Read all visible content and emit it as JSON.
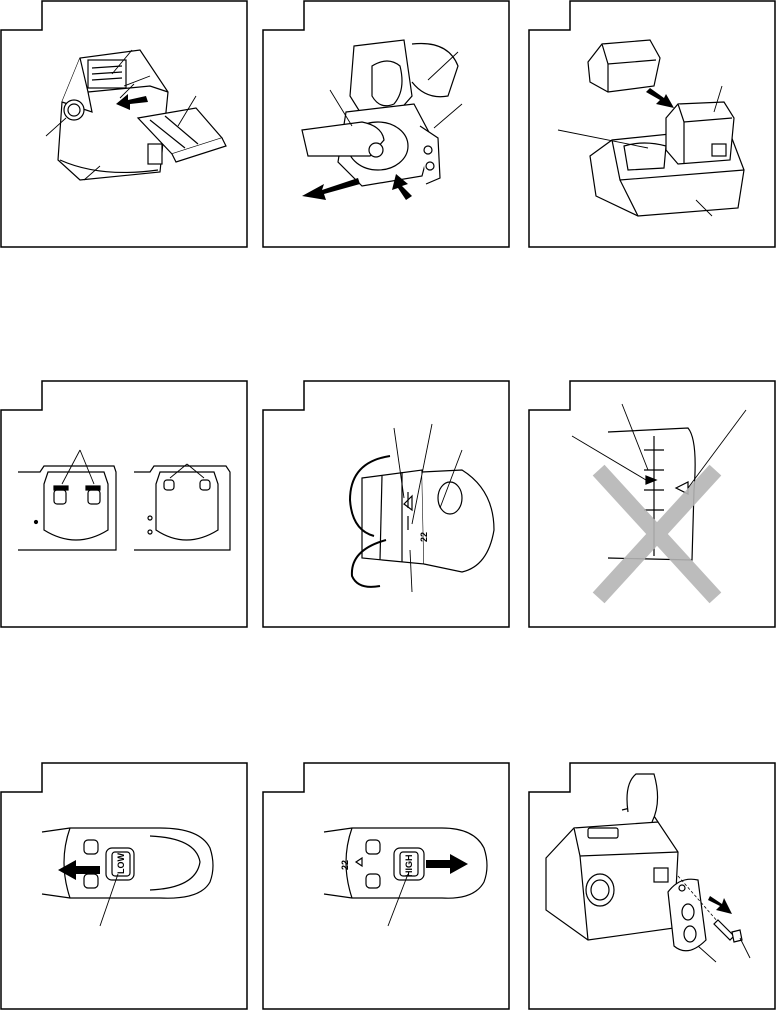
{
  "figures": [
    {
      "id": "fig1",
      "subject": "battery-pack-with-cover"
    },
    {
      "id": "fig2",
      "subject": "remove-battery-from-tool"
    },
    {
      "id": "fig3",
      "subject": "battery-on-charger"
    },
    {
      "id": "fig4",
      "subject": "clutch-dial-top-views"
    },
    {
      "id": "fig5",
      "subject": "clutch-dial-rotation"
    },
    {
      "id": "fig6",
      "subject": "wrong-dial-setting"
    },
    {
      "id": "fig7",
      "subject": "speed-switch-low"
    },
    {
      "id": "fig8",
      "subject": "speed-switch-high"
    },
    {
      "id": "fig9",
      "subject": "hook-attachment-screw"
    }
  ],
  "switch_labels": {
    "low": "LOW",
    "high": "HIGH"
  },
  "dial_numbers": {
    "fig5": "22",
    "fig8": "22"
  },
  "colors": {
    "line": "#000000",
    "arrow": "#000000",
    "prohibited_cross": "#b5b5b5",
    "paper": "#ffffff"
  }
}
